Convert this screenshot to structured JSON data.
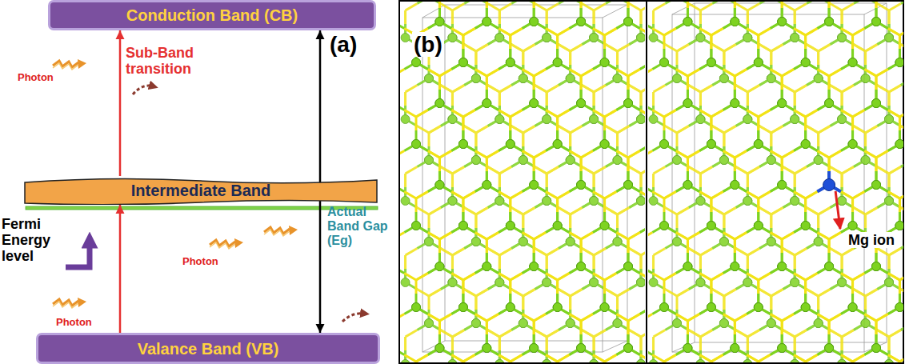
{
  "diagram": {
    "nodes": [
      {
        "text": [
          "Conduction Band (CB)"
        ]
      },
      {
        "text": [
          "Intermediate Band"
        ]
      },
      {
        "text": [
          "Valance Band (VB)"
        ]
      }
    ],
    "edges": [
      {
        "from": 1,
        "to": 0,
        "arrow": "to",
        "label": "Sub-Band transition"
      },
      {
        "from": 2,
        "to": 1,
        "arrow": "to"
      },
      {
        "from": 0,
        "to": 2,
        "arrow": "both",
        "label": "Actual Band Gap (Eg)"
      }
    ],
    "labels": [
      "(a)",
      "Photon",
      "Fermi Energy level",
      "Photon",
      "Photon",
      "(b)",
      "Mg ion"
    ]
  }
}
